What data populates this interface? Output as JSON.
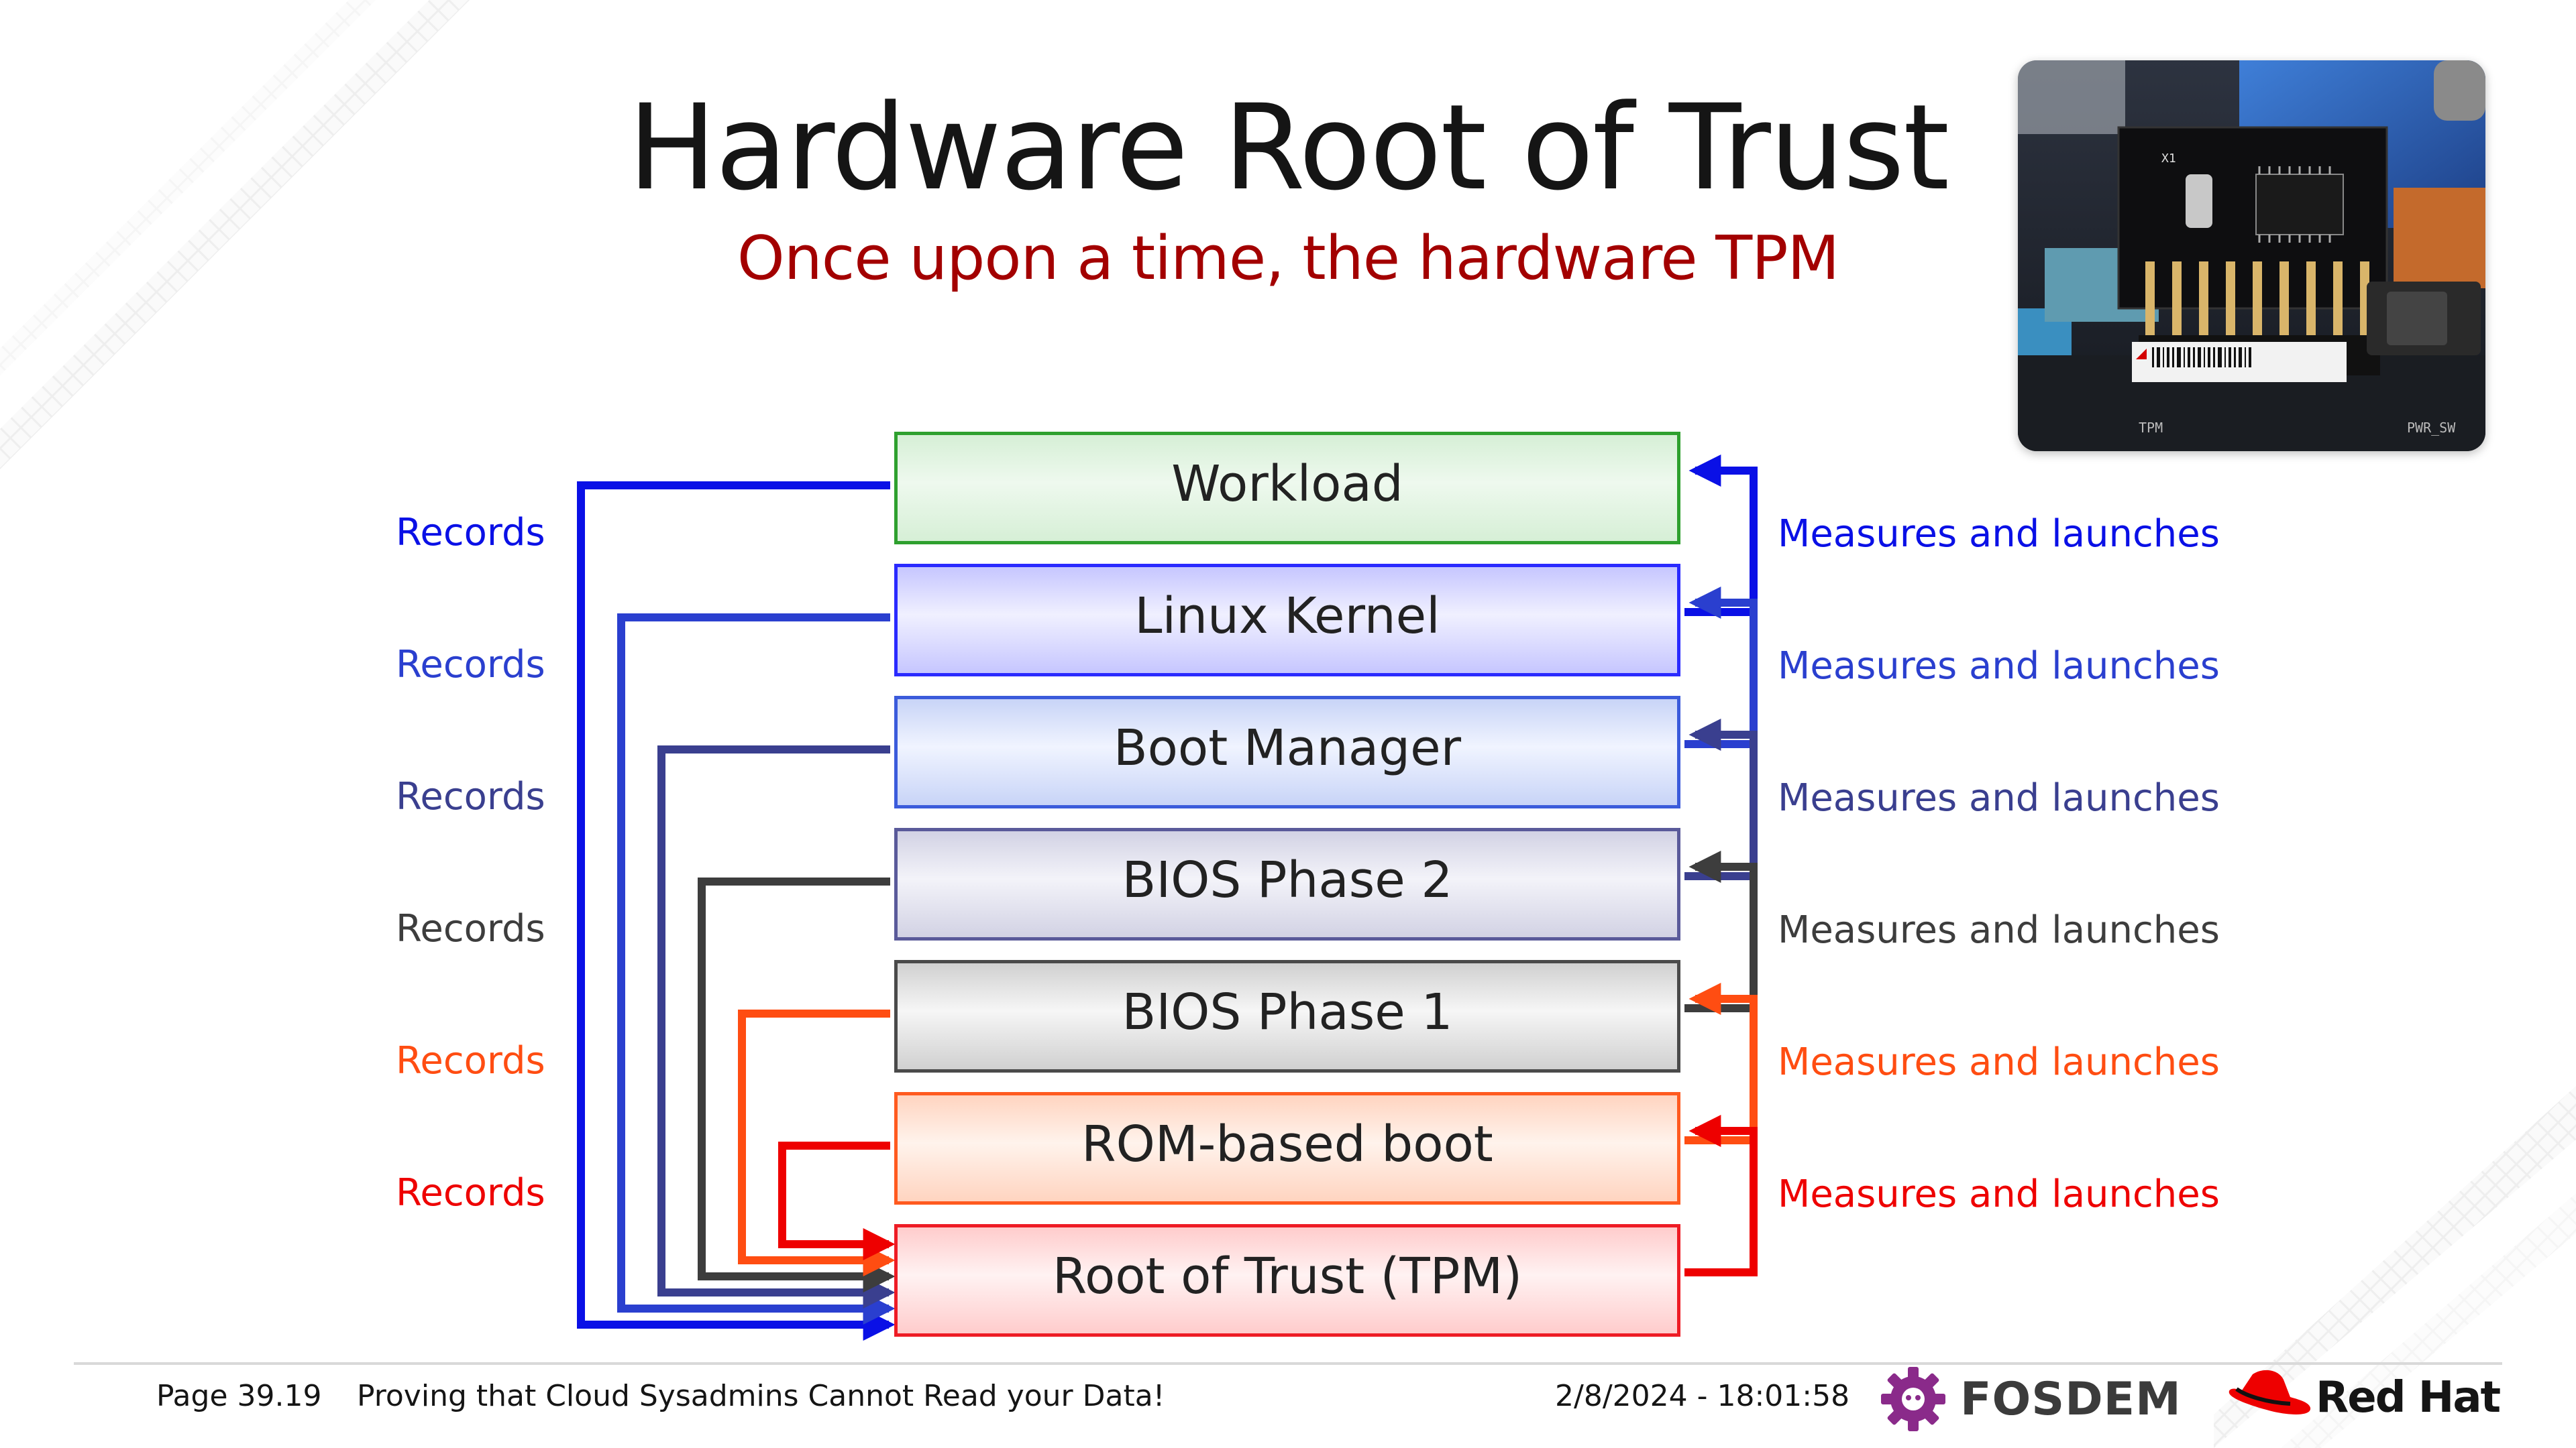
{
  "slide": {
    "title": "Hardware Root of Trust",
    "subtitle": "Once upon a time, the hardware TPM"
  },
  "photo": {
    "icon": "tpm-module-photo",
    "text_x1": "X1",
    "text_tpm": "TPM",
    "text_pwr": "PWR_SW"
  },
  "layers": [
    {
      "label": "Workload",
      "border": "#2ea02e",
      "fill_top": "#d6efd6",
      "fill_mid": "#eef9ee"
    },
    {
      "label": "Linux Kernel",
      "border": "#2a2aff",
      "fill_top": "#c6c6ff",
      "fill_mid": "#f0f0ff"
    },
    {
      "label": "Boot Manager",
      "border": "#3b5bdb",
      "fill_top": "#c8d4f7",
      "fill_mid": "#f0f4ff"
    },
    {
      "label": "BIOS Phase 2",
      "border": "#5a5a9a",
      "fill_top": "#d2d2e4",
      "fill_mid": "#f3f3f9"
    },
    {
      "label": "BIOS Phase 1",
      "border": "#4a4a4a",
      "fill_top": "#d0d0d0",
      "fill_mid": "#f6f6f6"
    },
    {
      "label": "ROM-based boot",
      "border": "#ff5a1f",
      "fill_top": "#ffd4c0",
      "fill_mid": "#fff3ec"
    },
    {
      "label": "Root of Trust (TPM)",
      "border": "#ee1c25",
      "fill_top": "#ffcccc",
      "fill_mid": "#fff2f2"
    }
  ],
  "records_labels": [
    {
      "text": "Records",
      "color": "#0a10e6"
    },
    {
      "text": "Records",
      "color": "#2a3fcf"
    },
    {
      "text": "Records",
      "color": "#3a3f8f"
    },
    {
      "text": "Records",
      "color": "#3d3d3d"
    },
    {
      "text": "Records",
      "color": "#ff4d12"
    },
    {
      "text": "Records",
      "color": "#ee0000"
    }
  ],
  "measures_labels": [
    {
      "text": "Measures and launches",
      "color": "#0a10e6"
    },
    {
      "text": "Measures and launches",
      "color": "#2a3fcf"
    },
    {
      "text": "Measures and launches",
      "color": "#3a3f8f"
    },
    {
      "text": "Measures and launches",
      "color": "#3d3d3d"
    },
    {
      "text": "Measures and launches",
      "color": "#ff4d12"
    },
    {
      "text": "Measures and launches",
      "color": "#ee0000"
    }
  ],
  "arrow_colors": [
    "#0a10e6",
    "#2a3fcf",
    "#3a3f8f",
    "#3d3d3d",
    "#ff4d12",
    "#ee0000"
  ],
  "footer": {
    "page": "Page 39.19",
    "talk_title": "Proving that Cloud Sysadmins Cannot Read your Data!",
    "datetime": "2/8/2024 - 18:01:58",
    "fosdem": "FOSDEM",
    "redhat": "Red Hat",
    "fosdem_color": "#8a2a8a",
    "redhat_color": "#ee0000"
  }
}
